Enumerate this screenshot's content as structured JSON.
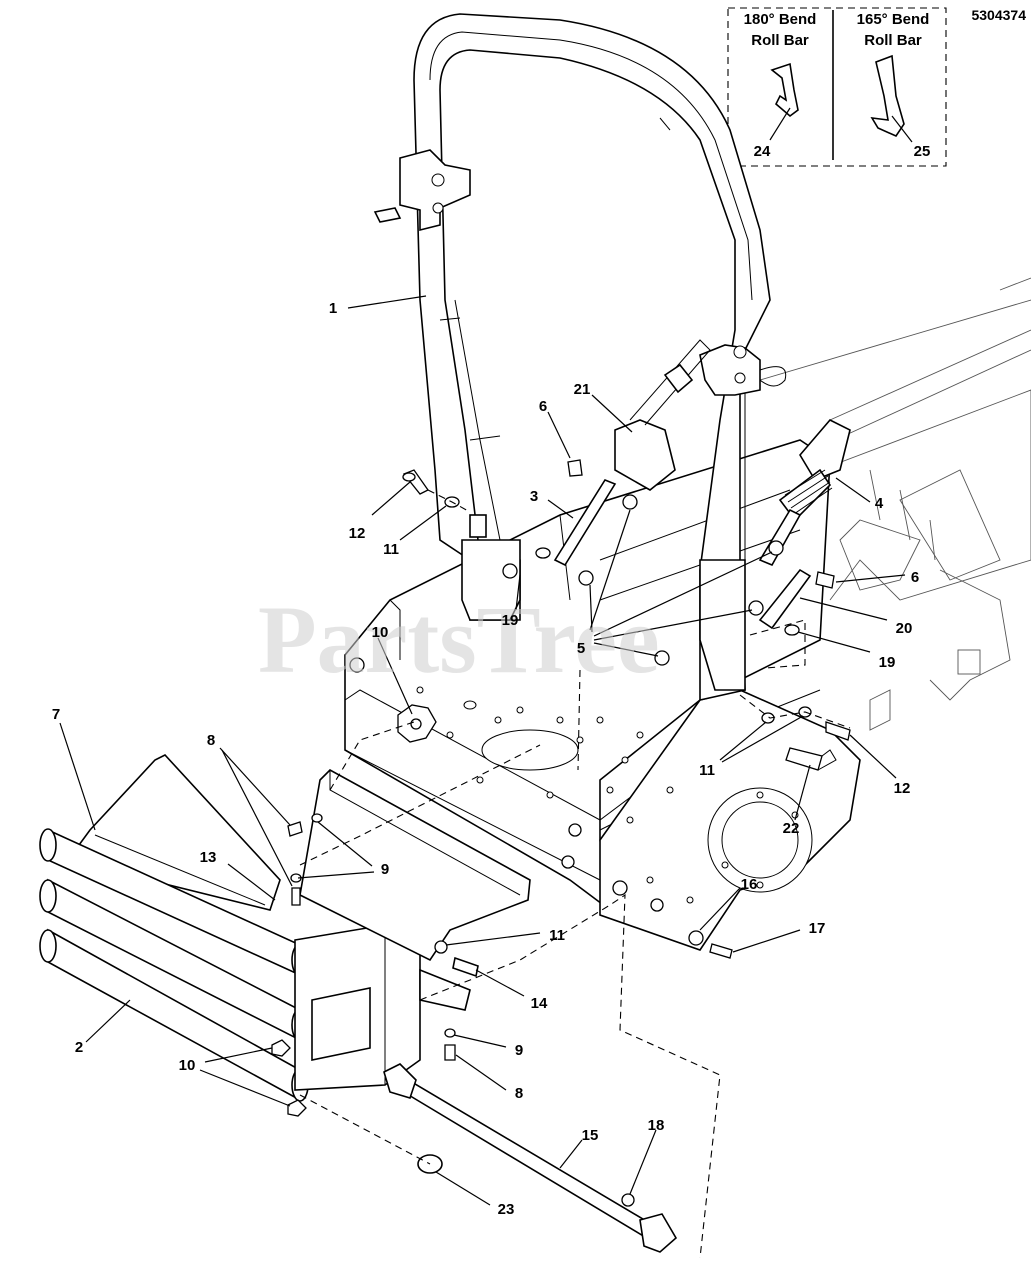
{
  "diagram_number": "5304374",
  "inset": {
    "left_title_line1": "180° Bend",
    "left_title_line2": "Roll Bar",
    "right_title_line1": "165° Bend",
    "right_title_line2": "Roll Bar",
    "left_callout": "24",
    "right_callout": "25"
  },
  "watermark": "PartsTree",
  "callouts": {
    "c1": "1",
    "c2": "2",
    "c3": "3",
    "c4": "4",
    "c5": "5",
    "c6a": "6",
    "c6b": "6",
    "c7": "7",
    "c8a": "8",
    "c8b": "8",
    "c9a": "9",
    "c9b": "9",
    "c10a": "10",
    "c10b": "10",
    "c11a": "11",
    "c11b": "11",
    "c11c": "11",
    "c12a": "12",
    "c12b": "12",
    "c13": "13",
    "c14": "14",
    "c15": "15",
    "c16": "16",
    "c17": "17",
    "c18": "18",
    "c19a": "19",
    "c19b": "19",
    "c20": "20",
    "c21": "21",
    "c22": "22",
    "c23": "23"
  }
}
